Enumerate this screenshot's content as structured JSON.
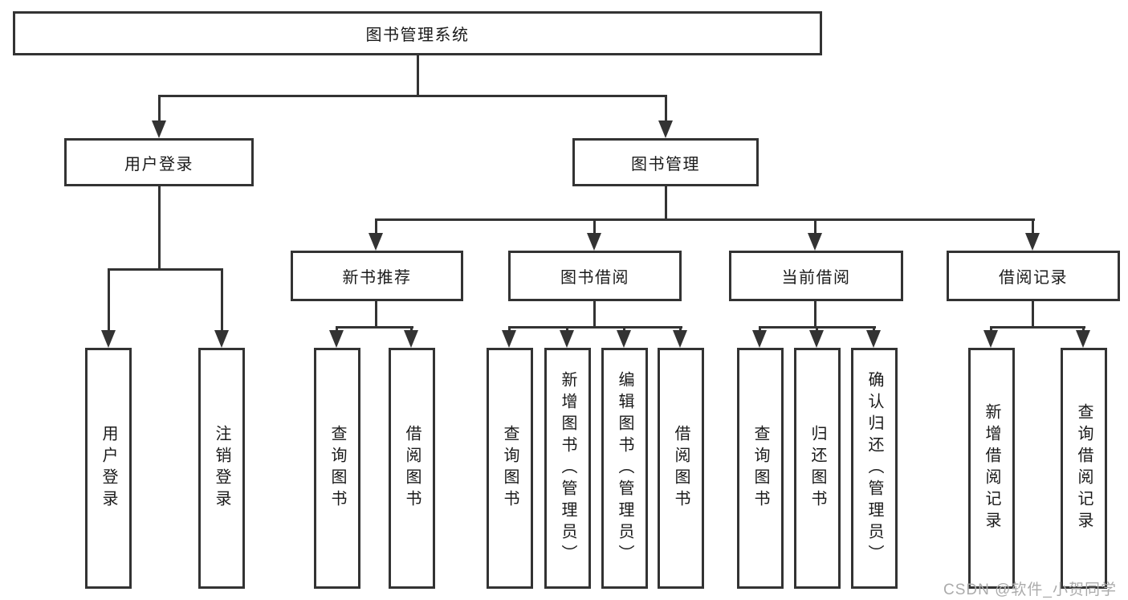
{
  "tree": {
    "root": {
      "label": "图书管理系统",
      "children": [
        {
          "label": "用户登录",
          "children": [
            {
              "label": "用户登录"
            },
            {
              "label": "注销登录"
            }
          ]
        },
        {
          "label": "图书管理",
          "children": [
            {
              "label": "新书推荐",
              "children": [
                {
                  "label": "查询图书"
                },
                {
                  "label": "借阅图书"
                }
              ]
            },
            {
              "label": "图书借阅",
              "children": [
                {
                  "label": "查询图书"
                },
                {
                  "label": "新增图书（管理员）"
                },
                {
                  "label": "编辑图书（管理员）"
                },
                {
                  "label": "借阅图书"
                }
              ]
            },
            {
              "label": "当前借阅",
              "children": [
                {
                  "label": "查询图书"
                },
                {
                  "label": "归还图书"
                },
                {
                  "label": "确认归还（管理员）"
                }
              ]
            },
            {
              "label": "借阅记录",
              "children": [
                {
                  "label": "新增借阅记录"
                },
                {
                  "label": "查询借阅记录"
                }
              ]
            }
          ]
        }
      ]
    }
  },
  "watermark": {
    "text": "CSDN @软件_小贺同学"
  },
  "colors": {
    "line": "#333333",
    "text": "#1a1a1a",
    "watermark": "#ababab",
    "background": "#ffffff"
  }
}
